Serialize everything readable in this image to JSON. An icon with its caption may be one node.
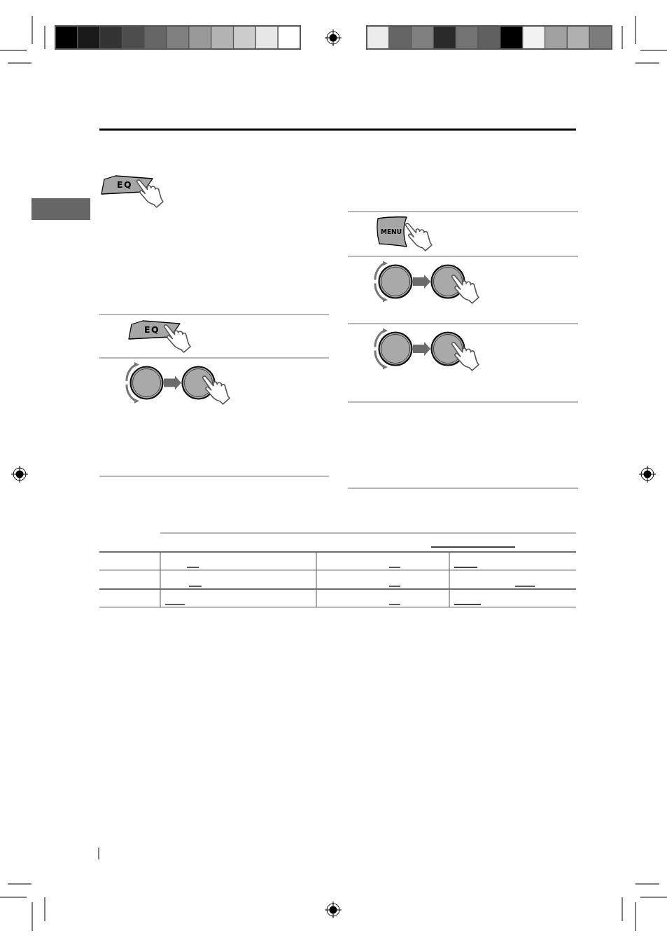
{
  "diagram": {
    "nodes": [
      {
        "text": [],
        "shape": "box"
      },
      {
        "text": [
          "EQ"
        ]
      },
      {
        "text": [
          "EQ"
        ]
      },
      {
        "text": [],
        "shape": "circle"
      },
      {
        "text": [],
        "shape": "circle"
      },
      {
        "text": [
          "MENU"
        ]
      },
      {
        "text": [],
        "shape": "circle"
      },
      {
        "text": [],
        "shape": "circle"
      },
      {
        "text": [],
        "shape": "circle"
      },
      {
        "text": [],
        "shape": "circle"
      }
    ],
    "edges": [
      {
        "from": 3,
        "to": 4,
        "arrow": "to"
      },
      {
        "from": 6,
        "to": 7,
        "arrow": "to"
      },
      {
        "from": 8,
        "to": 9,
        "arrow": "to"
      }
    ]
  }
}
